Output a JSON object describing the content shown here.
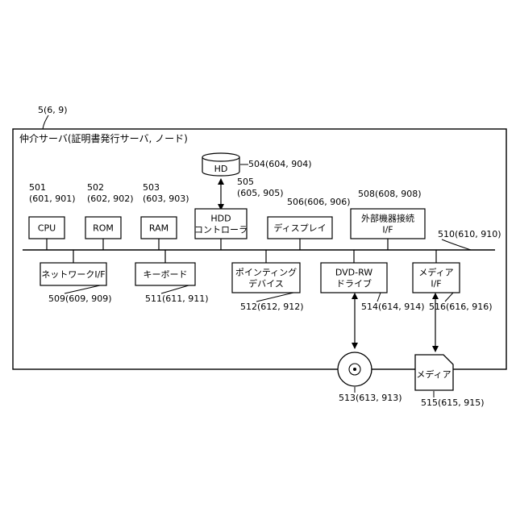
{
  "figure_ref": "5(6, 9)",
  "enclosure_title": "仲介サーバ(証明書発行サーバ, ノード)",
  "bus_label": "510(610, 910)",
  "hd": {
    "label": "HD",
    "ref": "504(604, 904)"
  },
  "upper_components": [
    {
      "id": "cpu",
      "lines": [
        "CPU"
      ],
      "ref_lines": [
        "501",
        "(601, 901)"
      ]
    },
    {
      "id": "rom",
      "lines": [
        "ROM"
      ],
      "ref_lines": [
        "502",
        "(602, 902)"
      ]
    },
    {
      "id": "ram",
      "lines": [
        "RAM"
      ],
      "ref_lines": [
        "503",
        "(603, 903)"
      ]
    },
    {
      "id": "hdd",
      "lines": [
        "HDD",
        "コントローラ"
      ],
      "ref_lines": [
        "505",
        "(605, 905)"
      ]
    },
    {
      "id": "display",
      "lines": [
        "ディスプレイ"
      ],
      "ref_lines": [
        "506(606, 906)"
      ]
    },
    {
      "id": "extif",
      "lines": [
        "外部機器接続",
        "I/F"
      ],
      "ref_lines": [
        "508(608, 908)"
      ]
    }
  ],
  "lower_components": [
    {
      "id": "netif",
      "lines": [
        "ネットワークI/F"
      ],
      "ref": "509(609, 909)"
    },
    {
      "id": "keyboard",
      "lines": [
        "キーボード"
      ],
      "ref": "511(611, 911)"
    },
    {
      "id": "pointing",
      "lines": [
        "ポインティング",
        "デバイス"
      ],
      "ref": "512(612, 912)"
    },
    {
      "id": "dvd",
      "lines": [
        "DVD-RW",
        "ドライブ"
      ],
      "ref": "514(614, 914)"
    },
    {
      "id": "media-if",
      "lines": [
        "メディア",
        "I/F"
      ],
      "ref": "516(616, 916)"
    }
  ],
  "external": {
    "disc": {
      "ref": "513(613, 913)"
    },
    "media": {
      "label": "メディア",
      "ref": "515(615, 915)"
    }
  }
}
